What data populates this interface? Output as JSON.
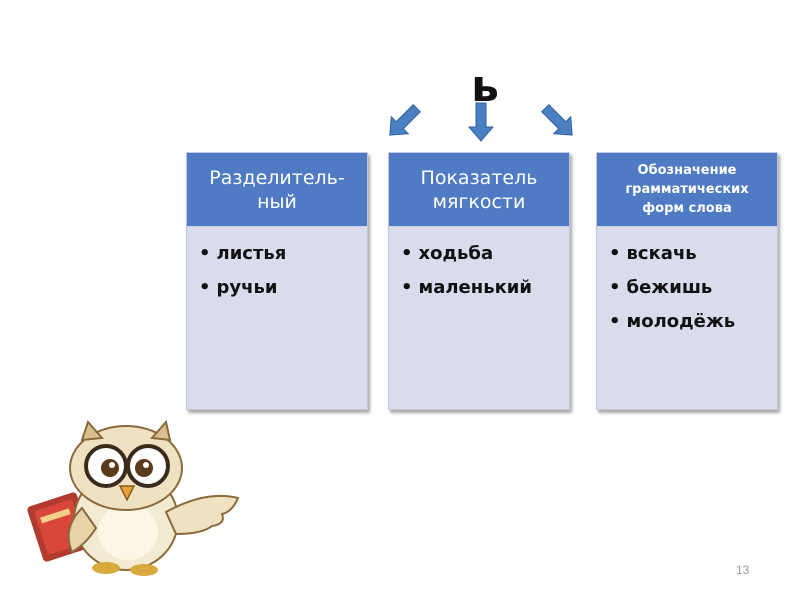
{
  "heading": "ь",
  "cards": [
    {
      "title": "Разделитель-\nный",
      "items": [
        "листья",
        "ручьи"
      ]
    },
    {
      "title": "Показатель\nмягкости",
      "items": [
        "ходьба",
        "маленький"
      ]
    },
    {
      "title": "Обозначение\nграмматических\nформ слова",
      "items": [
        "вскачь",
        "бежишь",
        "молодёжь"
      ]
    }
  ],
  "page_number": "13",
  "colors": {
    "header_bg": "#4f7ac4",
    "body_bg": "#d9dcec",
    "arrow": "#4a7fc1"
  },
  "icons": [
    "arrow-down-left-icon",
    "arrow-down-icon",
    "arrow-down-right-icon",
    "owl-illustration"
  ]
}
